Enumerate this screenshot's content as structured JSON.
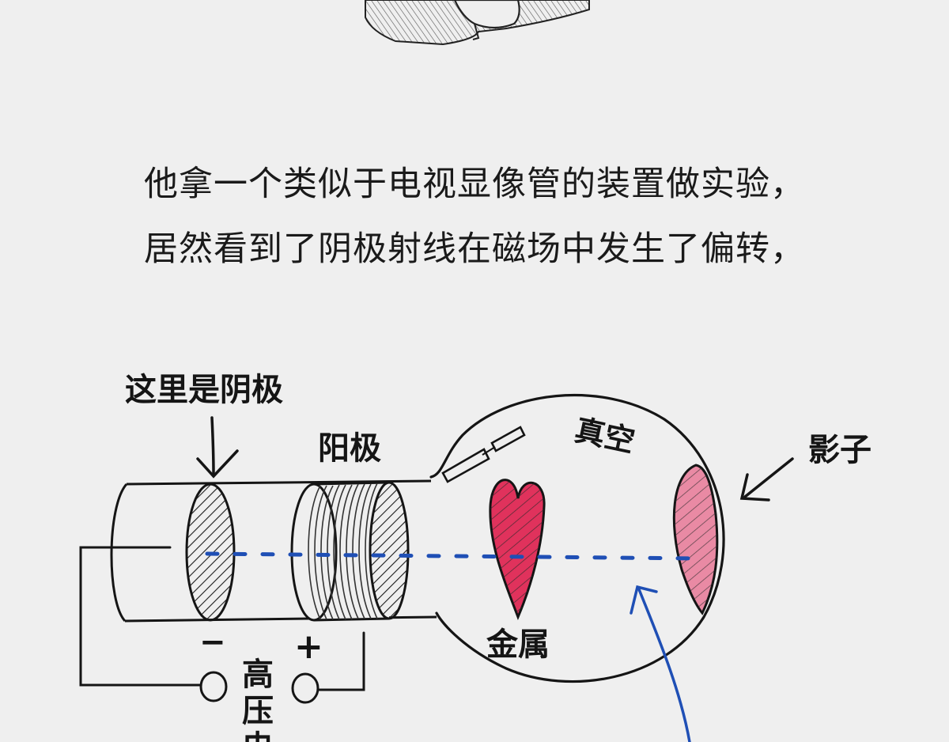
{
  "caption": {
    "line1": "他拿一个类似于电视显像管的装置做实验，",
    "line2": "居然看到了阴极射线在磁场中发生了偏转，"
  },
  "labels": {
    "cathode_note": "这里是阴极",
    "anode": "阳极",
    "vacuum": "真空",
    "shadow": "影子",
    "metal": "金属",
    "minus": "−",
    "plus": "+",
    "hv_1": "高",
    "hv_2": "压",
    "hv_3": "电"
  },
  "colors": {
    "background": "#efefef",
    "ink": "#151515",
    "beam": "#1f4fb5",
    "metal_fill": "#e0325c",
    "shadow_fill": "#e98aa4"
  }
}
